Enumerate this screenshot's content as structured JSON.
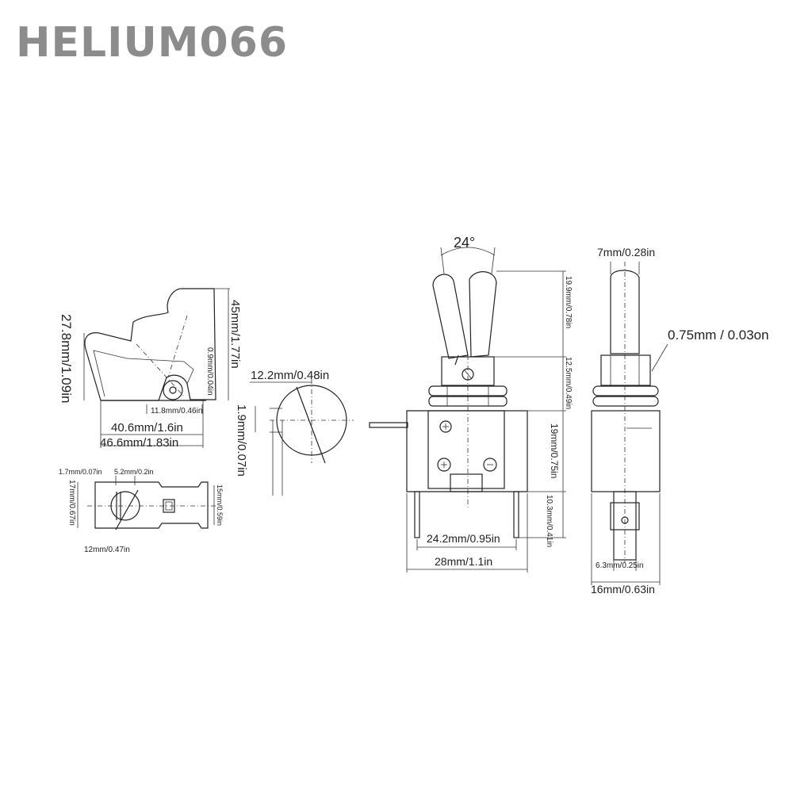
{
  "watermark": "HELIUM066",
  "cover": {
    "height_45": "45mm/1.77in",
    "height_27": "27.8mm/1.09in",
    "gap_09": "0.9mm/0.04in",
    "base_118": "11.8mm/0.46in",
    "len_406": "40.6mm/1.6in",
    "len_466": "46.6mm/1.83in"
  },
  "pivot": {
    "dia_122": "12.2mm/0.48in",
    "thk_19": "1.9mm/0.07in"
  },
  "base_view": {
    "d_17a": "1.7mm/0.07in",
    "d_52": "5.2mm/0.2in",
    "d_17b": "17mm/0.67in",
    "d_15": "15mm/0.59in",
    "d_12": "12mm/0.47in"
  },
  "front": {
    "angle": "24°",
    "lever_199": "19.9mm/0.78in",
    "bush_125": "12.5mm/0.49in",
    "body_19": "19mm/0.75in",
    "term_103": "10.3mm/0.41in",
    "pitch_242": "24.2mm/0.95in",
    "width_28": "28mm/1.1in"
  },
  "side": {
    "lever_7": "7mm/0.28in",
    "thread_075": "0.75mm / 0.03on",
    "tab_63": "6.3mm/0.25in",
    "depth_16": "16mm/0.63in"
  }
}
